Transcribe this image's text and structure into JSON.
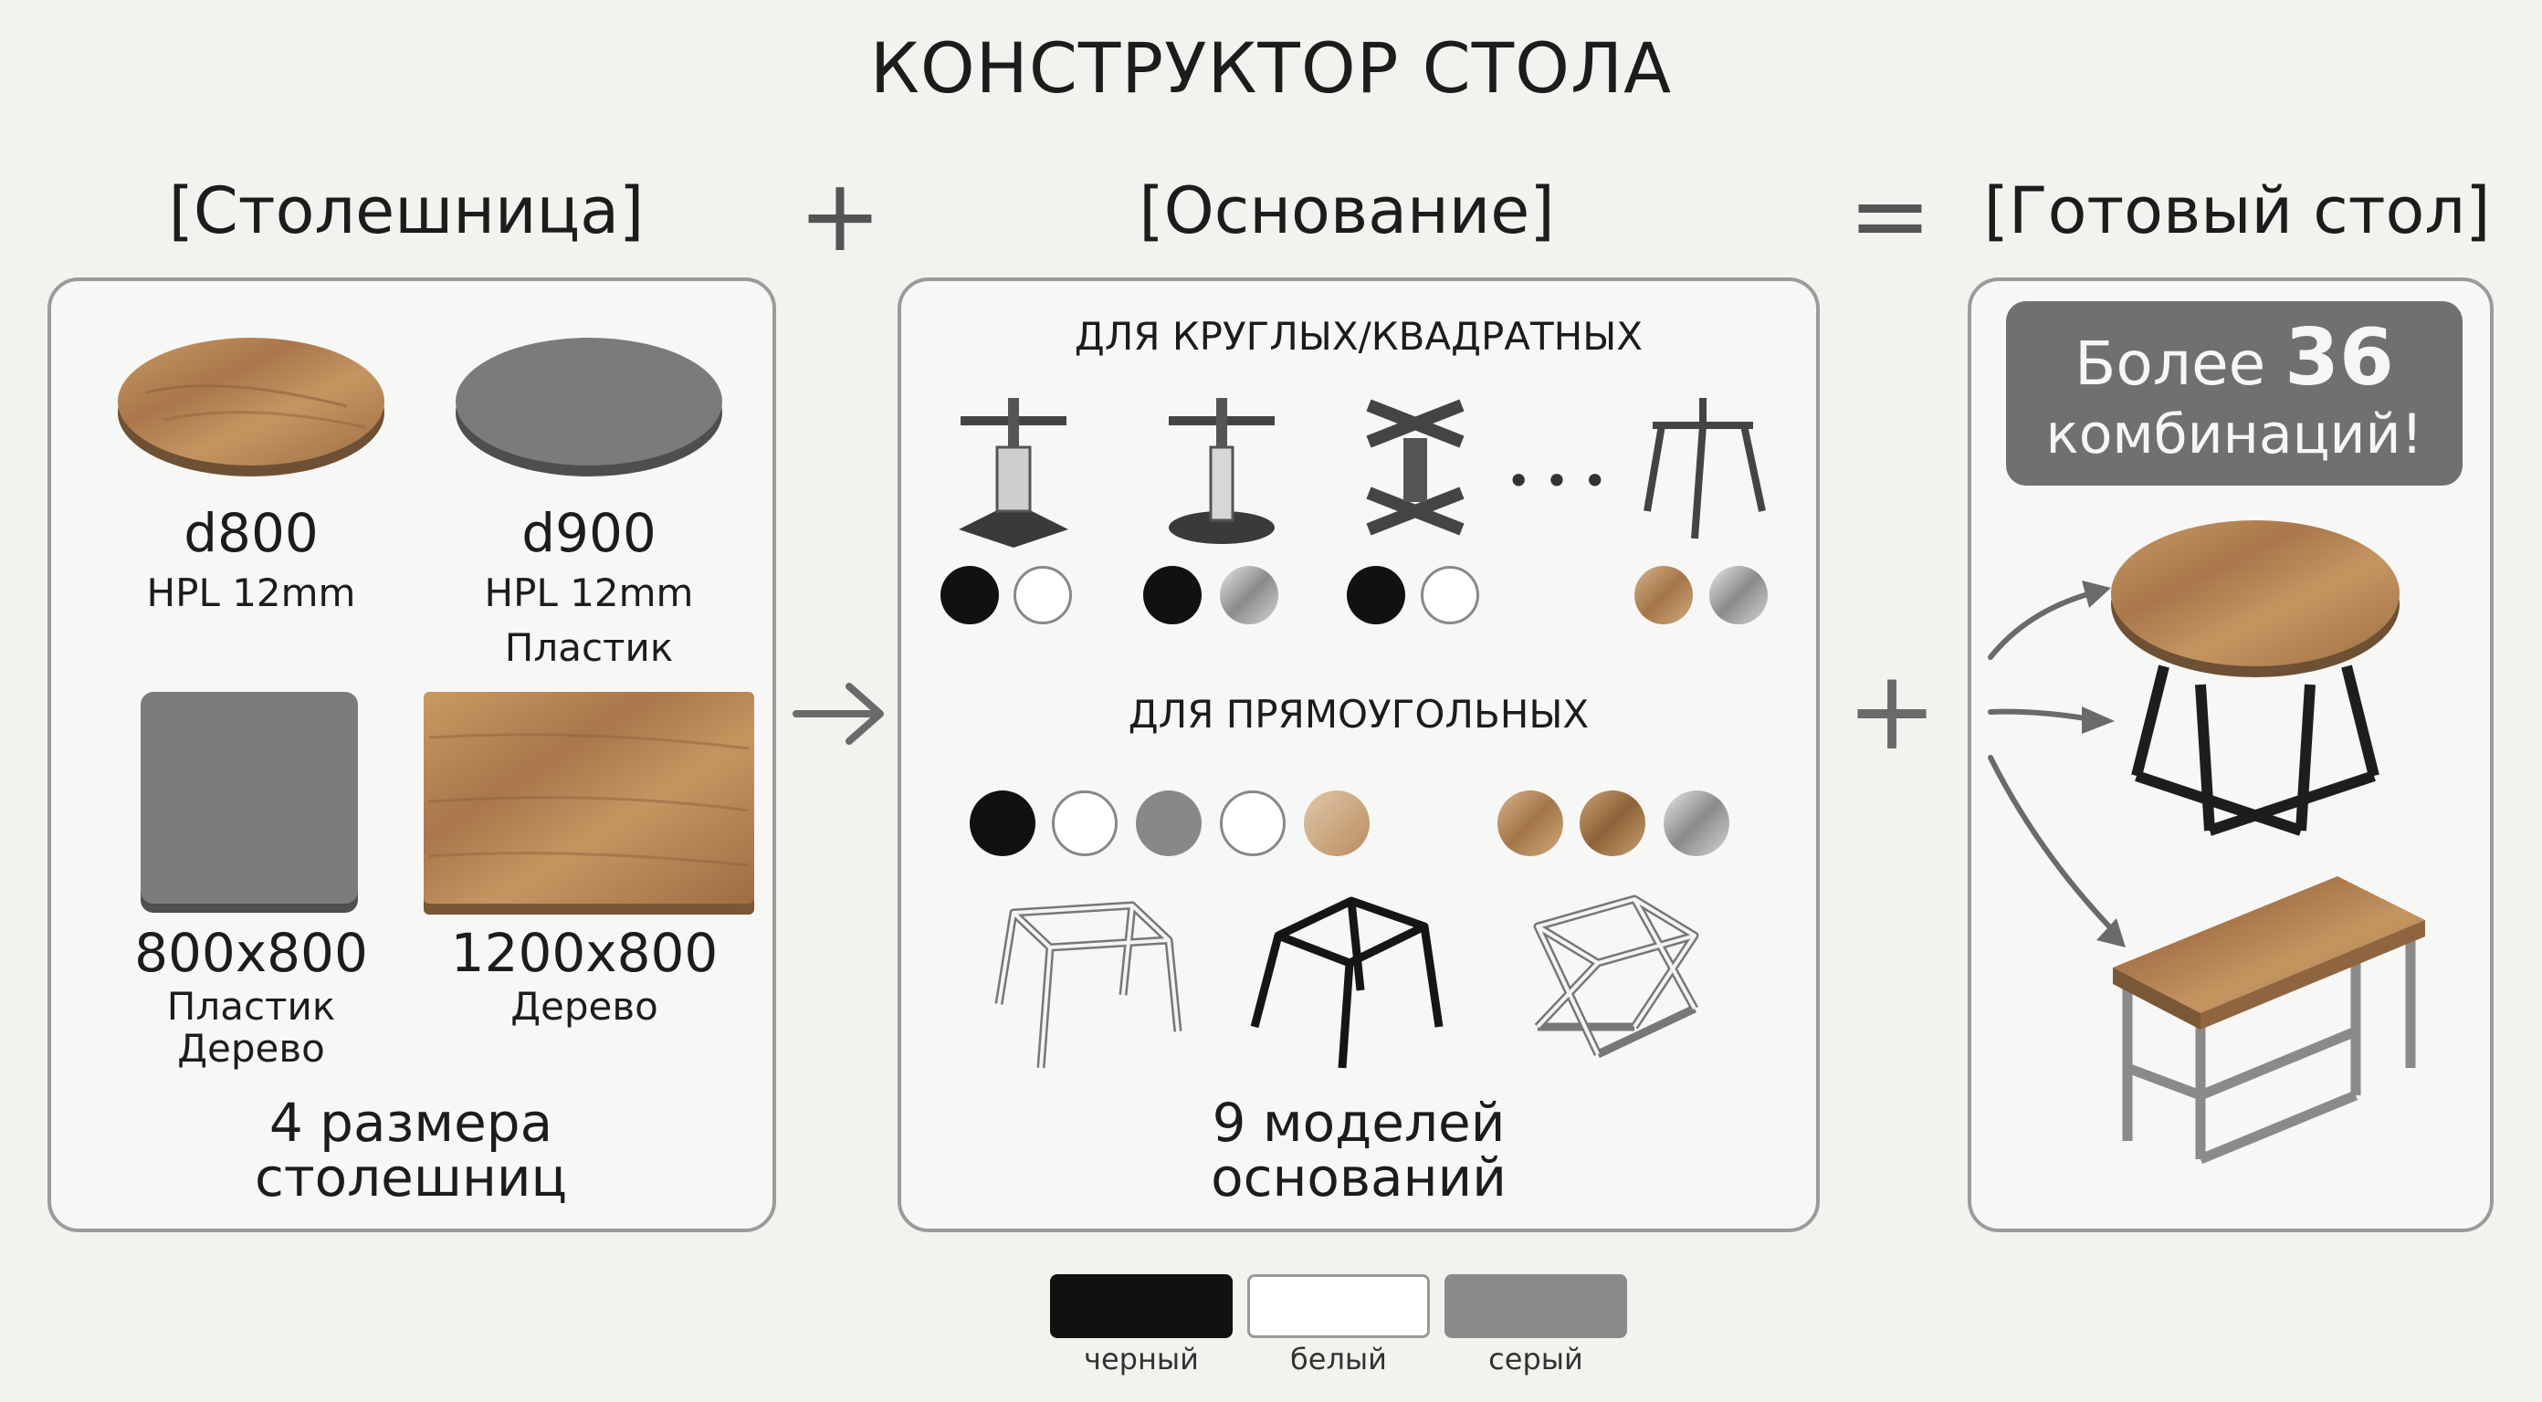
{
  "title": "КОНСТРУКТОР СТОЛА",
  "headers": {
    "tabletop": "[Столешница]",
    "plus": "+",
    "base": "[Основание]",
    "equals": "=",
    "result": "[Готовый стол]"
  },
  "tabletops": [
    {
      "size": "d800",
      "material_1": "HPL 12mm",
      "material_2": ""
    },
    {
      "size": "d900",
      "material_1": "HPL 12mm",
      "material_2": "Пластик"
    },
    {
      "size": "800x800",
      "material_1": "Пластик",
      "material_2": "Дерево"
    },
    {
      "size": "1200x800",
      "material_1": "Дерево",
      "material_2": ""
    }
  ],
  "tabletop_summary": {
    "line1": "4 размера",
    "line2": "столешниц"
  },
  "arrow_right": "→",
  "base_sections": {
    "round_square": "ДЛЯ КРУГЛЫХ/КВАДРАТНЫХ",
    "rectangular": "ДЛЯ ПРЯМОУГОЛЬНЫХ",
    "ellipsis": "• • •"
  },
  "base_summary": {
    "line1": "9 моделей",
    "line2": "оснований"
  },
  "plus2": "+",
  "badge": {
    "line1_text": "Более",
    "line1_number": "36",
    "line2": "комбинаций!"
  },
  "legend": [
    {
      "label": "черный",
      "color": "#111111"
    },
    {
      "label": "белый",
      "color": "#ffffff"
    },
    {
      "label": "серый",
      "color": "#8a8a8a"
    }
  ],
  "colors": {
    "wood": "#b88a57",
    "gray_top": "#7d7d7d",
    "border": "#9b9b9b",
    "black": "#111111",
    "chrome": "#c0c0c0"
  }
}
